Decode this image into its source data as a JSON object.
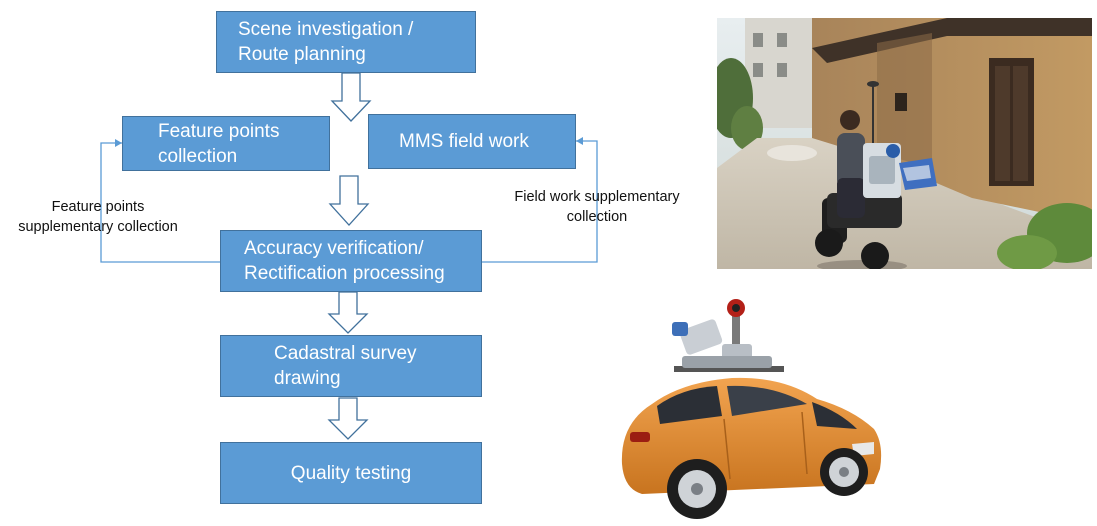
{
  "flowchart": {
    "steps": {
      "scene": "Scene investigation /\nRoute planning",
      "feature": "Feature points\ncollection",
      "mms": "MMS field work",
      "accuracy": "Accuracy verification/\nRectification processing",
      "cadastral": "Cadastral survey\ndrawing",
      "quality": "Quality testing"
    },
    "side_notes": {
      "left": "Feature points\nsupplementary collection",
      "right": "Field work supplementary\ncollection"
    }
  },
  "colors": {
    "box_fill": "#5b9bd5",
    "box_border": "#41719c",
    "connector": "#5b9bd5",
    "arrow_outline": "#41719c"
  },
  "images": {
    "top_photo": "mms-motorcycle-photo",
    "bottom_photo": "mms-car-render"
  }
}
